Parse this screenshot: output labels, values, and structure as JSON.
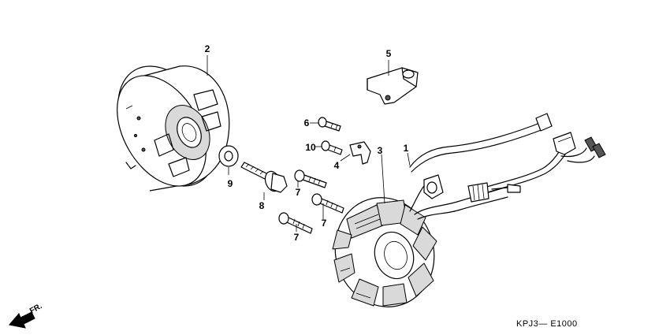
{
  "callouts": {
    "c1": "1",
    "c2": "2",
    "c3": "3",
    "c4": "4",
    "c5": "5",
    "c6": "6",
    "c7a": "7",
    "c7b": "7",
    "c7c": "7",
    "c8": "8",
    "c9": "9",
    "c10": "10"
  },
  "front_marker": "FR.",
  "diagram_code": "KPJ3— E1000"
}
